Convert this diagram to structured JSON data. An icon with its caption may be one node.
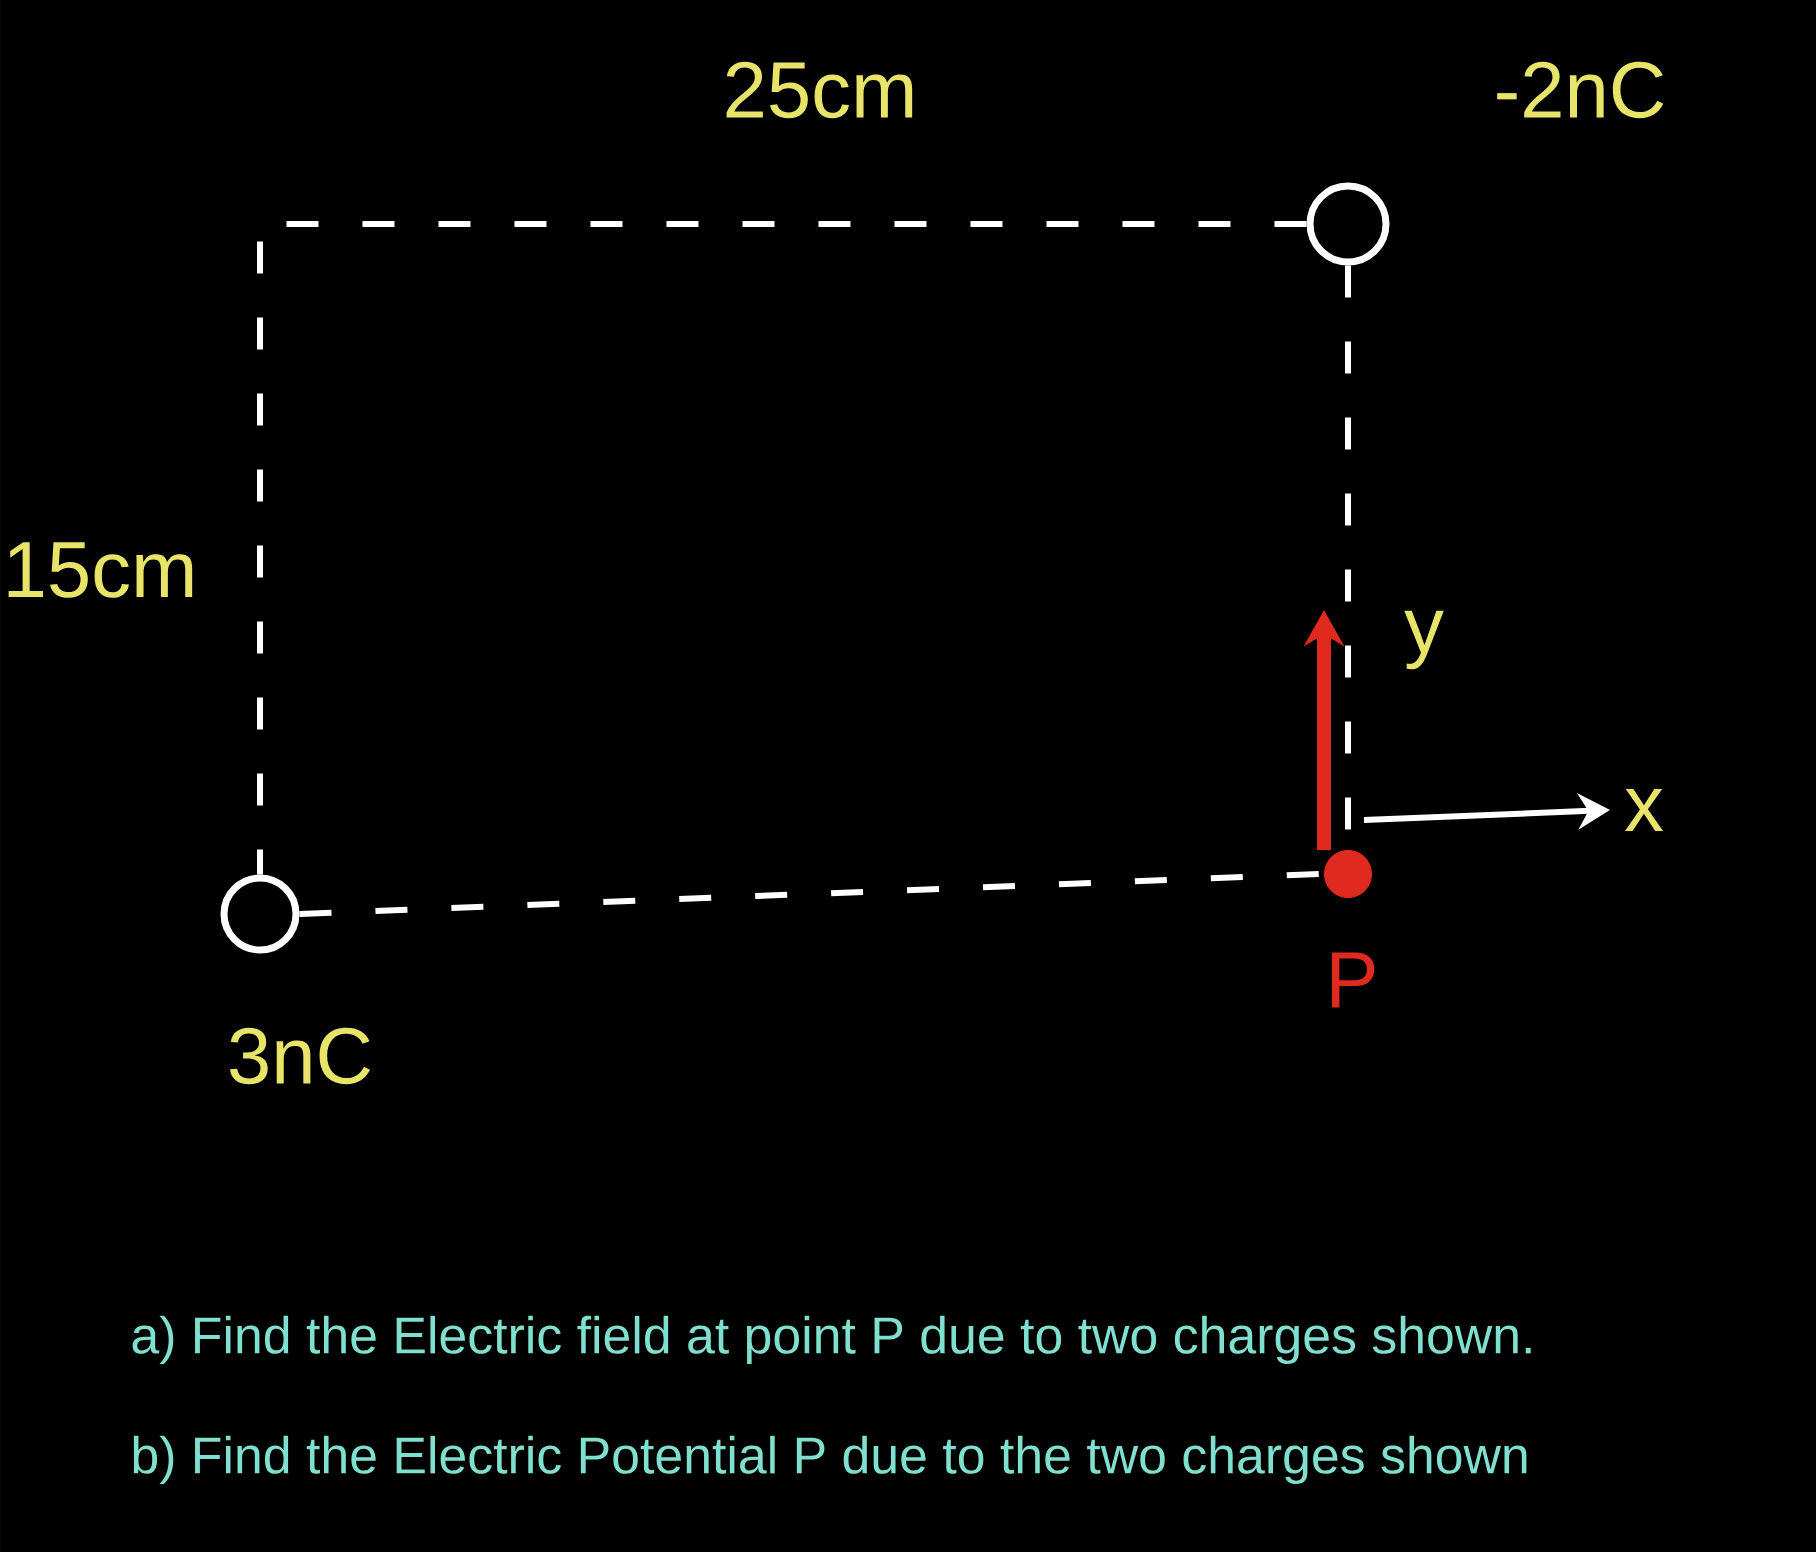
{
  "diagram": {
    "nodes": [
      {
        "text": [],
        "shape": "circle",
        "beside": [
          "-2nC"
        ]
      },
      {
        "text": [],
        "shape": "circle",
        "beside": [
          "3nC"
        ]
      },
      {
        "text": [],
        "shape": "circle",
        "beside": [
          "P"
        ]
      }
    ],
    "edges": [
      {
        "from": 1,
        "to": 2,
        "arrow": "none",
        "style": "dashed"
      },
      {
        "from": 0,
        "to": 2,
        "arrow": "none",
        "style": "dashed"
      },
      {
        "from": 0,
        "to": 1,
        "arrow": "none",
        "style": "dashed"
      }
    ],
    "labels": [
      "25cm",
      "15cm",
      "y",
      "x",
      "a) Find the Electric field at point P due to two charges shown.",
      "b) Find the Electric Potential P due to the two charges shown"
    ]
  }
}
